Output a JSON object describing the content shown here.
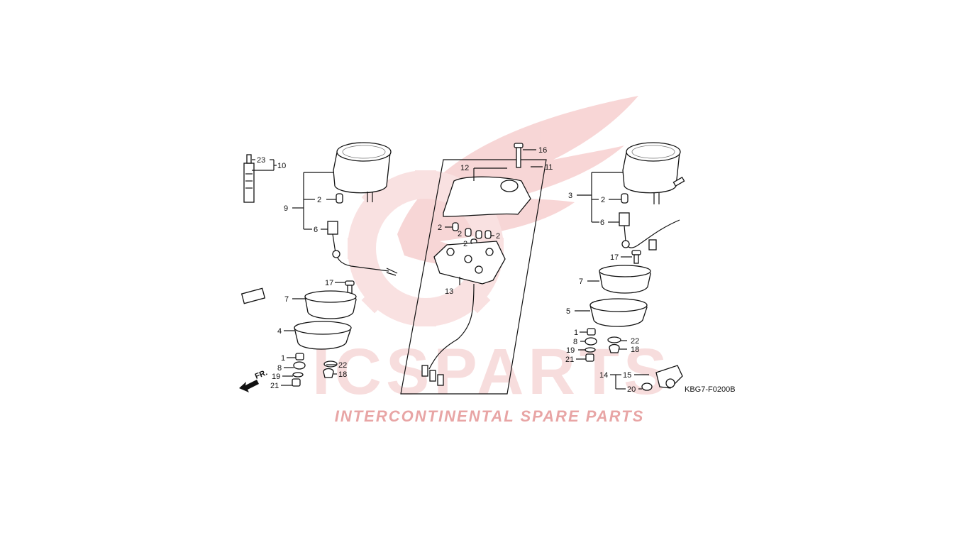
{
  "watermark": {
    "logo_letters": "ICSPARTS",
    "tagline": "INTERCONTINENTAL SPARE PARTS",
    "color": "#e8a0a0"
  },
  "diagram": {
    "code": "KBG7-F0200B",
    "direction_label": "FR.",
    "callouts": {
      "c1a": "1",
      "c1b": "1",
      "c2a": "2",
      "c2b": "2",
      "c2c": "2",
      "c2d": "2",
      "c2e": "2",
      "c2f": "2",
      "c3": "3",
      "c4": "4",
      "c5": "5",
      "c6a": "6",
      "c6b": "6",
      "c7a": "7",
      "c7b": "7",
      "c8a": "8",
      "c8b": "8",
      "c9": "9",
      "c10": "10",
      "c11": "11",
      "c12": "12",
      "c13": "13",
      "c14": "14",
      "c15": "15",
      "c16": "16",
      "c17a": "17",
      "c17b": "17",
      "c18a": "18",
      "c18b": "18",
      "c19a": "19",
      "c19b": "19",
      "c20": "20",
      "c21a": "21",
      "c21b": "21",
      "c22a": "22",
      "c22b": "22",
      "c23": "23"
    }
  }
}
